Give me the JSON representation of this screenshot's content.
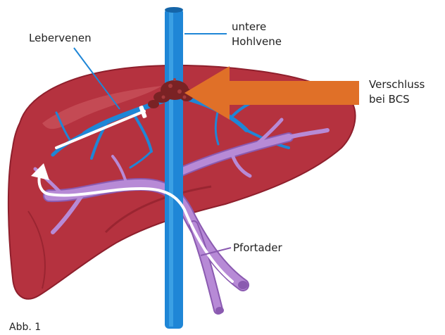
{
  "labels": {
    "lebervenen": "Lebervenen",
    "hohlvene_line1": "untere",
    "hohlvene_line2": "Hohlvene",
    "verschluss_line1": "Verschluss",
    "verschluss_line2": "bei BCS",
    "pfortader": "Pfortader",
    "figure_caption": "Abb. 1"
  },
  "colors": {
    "liver_fill": "#b5323f",
    "liver_dark": "#8e1f2c",
    "liver_highlight": "#cf5a63",
    "vein_blue": "#1f86d6",
    "vein_blue_light": "#4fb3ec",
    "portal_purple": "#b78ad6",
    "portal_dark": "#8a5ab0",
    "clot": "#7a2224",
    "arrow_orange": "#e07028",
    "text": "#222222"
  }
}
